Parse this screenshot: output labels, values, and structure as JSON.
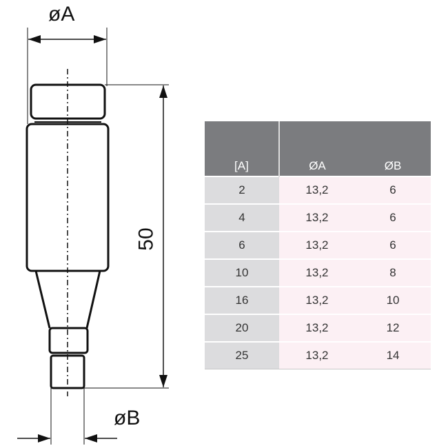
{
  "drawing": {
    "dim_top": "øA",
    "dim_height": "50",
    "dim_bottom": "øB"
  },
  "table": {
    "headers": [
      "[A]",
      "ØA",
      "ØB"
    ],
    "rows": [
      [
        "2",
        "13,2",
        "6"
      ],
      [
        "4",
        "13,2",
        "6"
      ],
      [
        "6",
        "13,2",
        "6"
      ],
      [
        "10",
        "13,2",
        "8"
      ],
      [
        "16",
        "13,2",
        "10"
      ],
      [
        "20",
        "13,2",
        "12"
      ],
      [
        "25",
        "13,2",
        "14"
      ]
    ]
  }
}
